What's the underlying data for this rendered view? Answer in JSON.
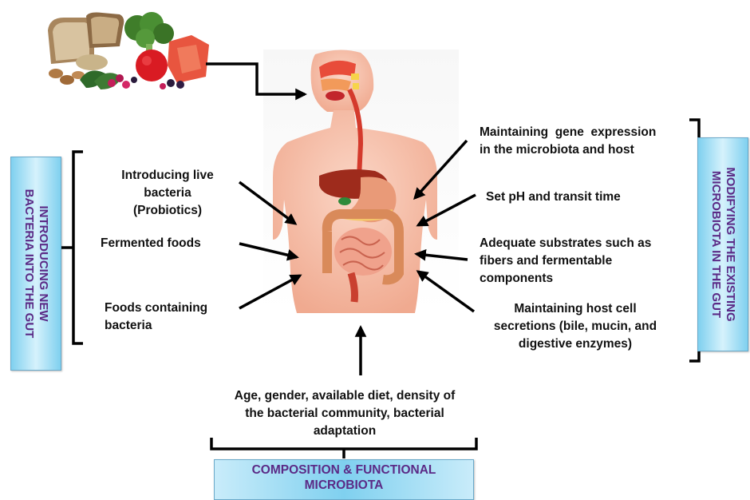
{
  "left_panel": {
    "label": "INTRODUCING NEW BACTERIA INTO THE GUT",
    "label_lines": [
      "INTRODUCING NEW",
      "BACTERIA INTO THE GUT"
    ],
    "items": [
      {
        "lines": [
          "Introducing live",
          "bacteria",
          "(Probiotics)"
        ]
      },
      {
        "lines": [
          "Fermented foods"
        ]
      },
      {
        "lines": [
          "Foods containing",
          "bacteria"
        ]
      }
    ]
  },
  "right_panel": {
    "label": "MODIFYING THE EXISTING MICROBIOTA IN THE GUT",
    "label_lines": [
      "MODIFYING THE EXISTING",
      "MICROBIOTA IN THE GUT"
    ],
    "items": [
      {
        "lines": [
          "Maintaining  gene  expression",
          "in the microbiota and host"
        ]
      },
      {
        "lines": [
          "Set pH and transit time"
        ]
      },
      {
        "lines": [
          "Adequate substrates such as",
          "fibers and fermentable",
          "components"
        ]
      },
      {
        "lines": [
          "Maintaining host cell",
          "secretions (bile, mucin, and",
          "digestive enzymes)"
        ]
      }
    ]
  },
  "bottom_panel": {
    "factors_lines": [
      "Age, gender, available diet, density of",
      "the bacterial community, bacterial",
      "adaptation"
    ],
    "label_lines": [
      "COMPOSITION & FUNCTIONAL",
      "MICROBIOTA"
    ]
  },
  "images": {
    "food": "food-illustration",
    "body": "digestive-system-illustration"
  },
  "colors": {
    "box_text": "#5b2a86",
    "box_fill": "#7fd0ef",
    "arrow": "#000000"
  }
}
